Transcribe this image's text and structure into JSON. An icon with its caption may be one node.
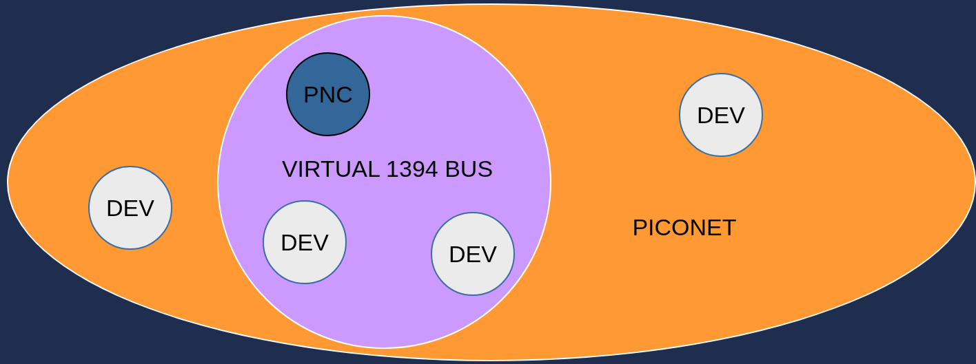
{
  "diagram": {
    "nodes": [
      {
        "text": [
          "PICONET"
        ]
      },
      {
        "text": [
          "VIRTUAL 1394 BUS"
        ],
        "in": 0
      },
      {
        "text": [
          "PNC"
        ],
        "in": 1
      },
      {
        "text": [
          "DEV"
        ],
        "in": 1
      },
      {
        "text": [
          "DEV"
        ],
        "in": 1
      },
      {
        "text": [
          "DEV"
        ],
        "in": 0
      },
      {
        "text": [
          "DEV"
        ],
        "in": 0
      }
    ]
  }
}
